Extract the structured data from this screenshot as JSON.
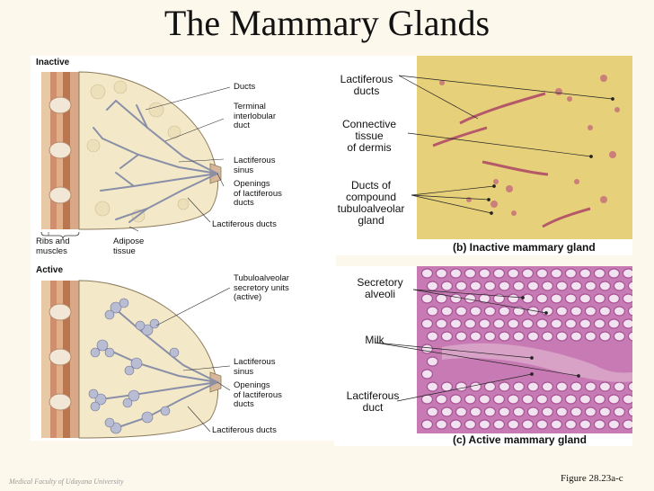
{
  "title": "The Mammary Glands",
  "left": {
    "inactive_heading": "Inactive",
    "active_heading": "Active",
    "inactive_labels": {
      "ducts": "Ducts",
      "terminal": [
        "Terminal",
        "interlobular",
        "duct"
      ],
      "sinus": [
        "Lactiferous",
        "sinus"
      ],
      "openings": [
        "Openings",
        "of lactiferous",
        "ducts"
      ],
      "lactiferous_ducts": "Lactiferous ducts",
      "ribs": [
        "Ribs and",
        "muscles"
      ],
      "adipose": [
        "Adipose",
        "tissue"
      ]
    },
    "active_labels": {
      "tubulo": [
        "Tubuloalveolar",
        "secretory units",
        "(active)"
      ],
      "sinus": [
        "Lactiferous",
        "sinus"
      ],
      "openings": [
        "Openings",
        "of lactiferous",
        "ducts"
      ],
      "lactiferous_ducts": "Lactiferous ducts"
    }
  },
  "right_top": {
    "labels": {
      "ducts": [
        "Lactiferous",
        "ducts"
      ],
      "connective": [
        "Connective",
        "tissue",
        "of dermis"
      ],
      "compound": [
        "Ducts of",
        "compound",
        "tubuloalveolar",
        "gland"
      ]
    },
    "caption": "(b) Inactive mammary gland"
  },
  "right_bottom": {
    "labels": {
      "secretory": [
        "Secretory",
        "alveoli"
      ],
      "milk": "Milk",
      "duct": [
        "Lactiferous",
        "duct"
      ]
    },
    "caption": "(c) Active mammary gland"
  },
  "footer": {
    "left": "Medical Faculty of Udayana University",
    "right": "Figure 28.23a-c"
  }
}
